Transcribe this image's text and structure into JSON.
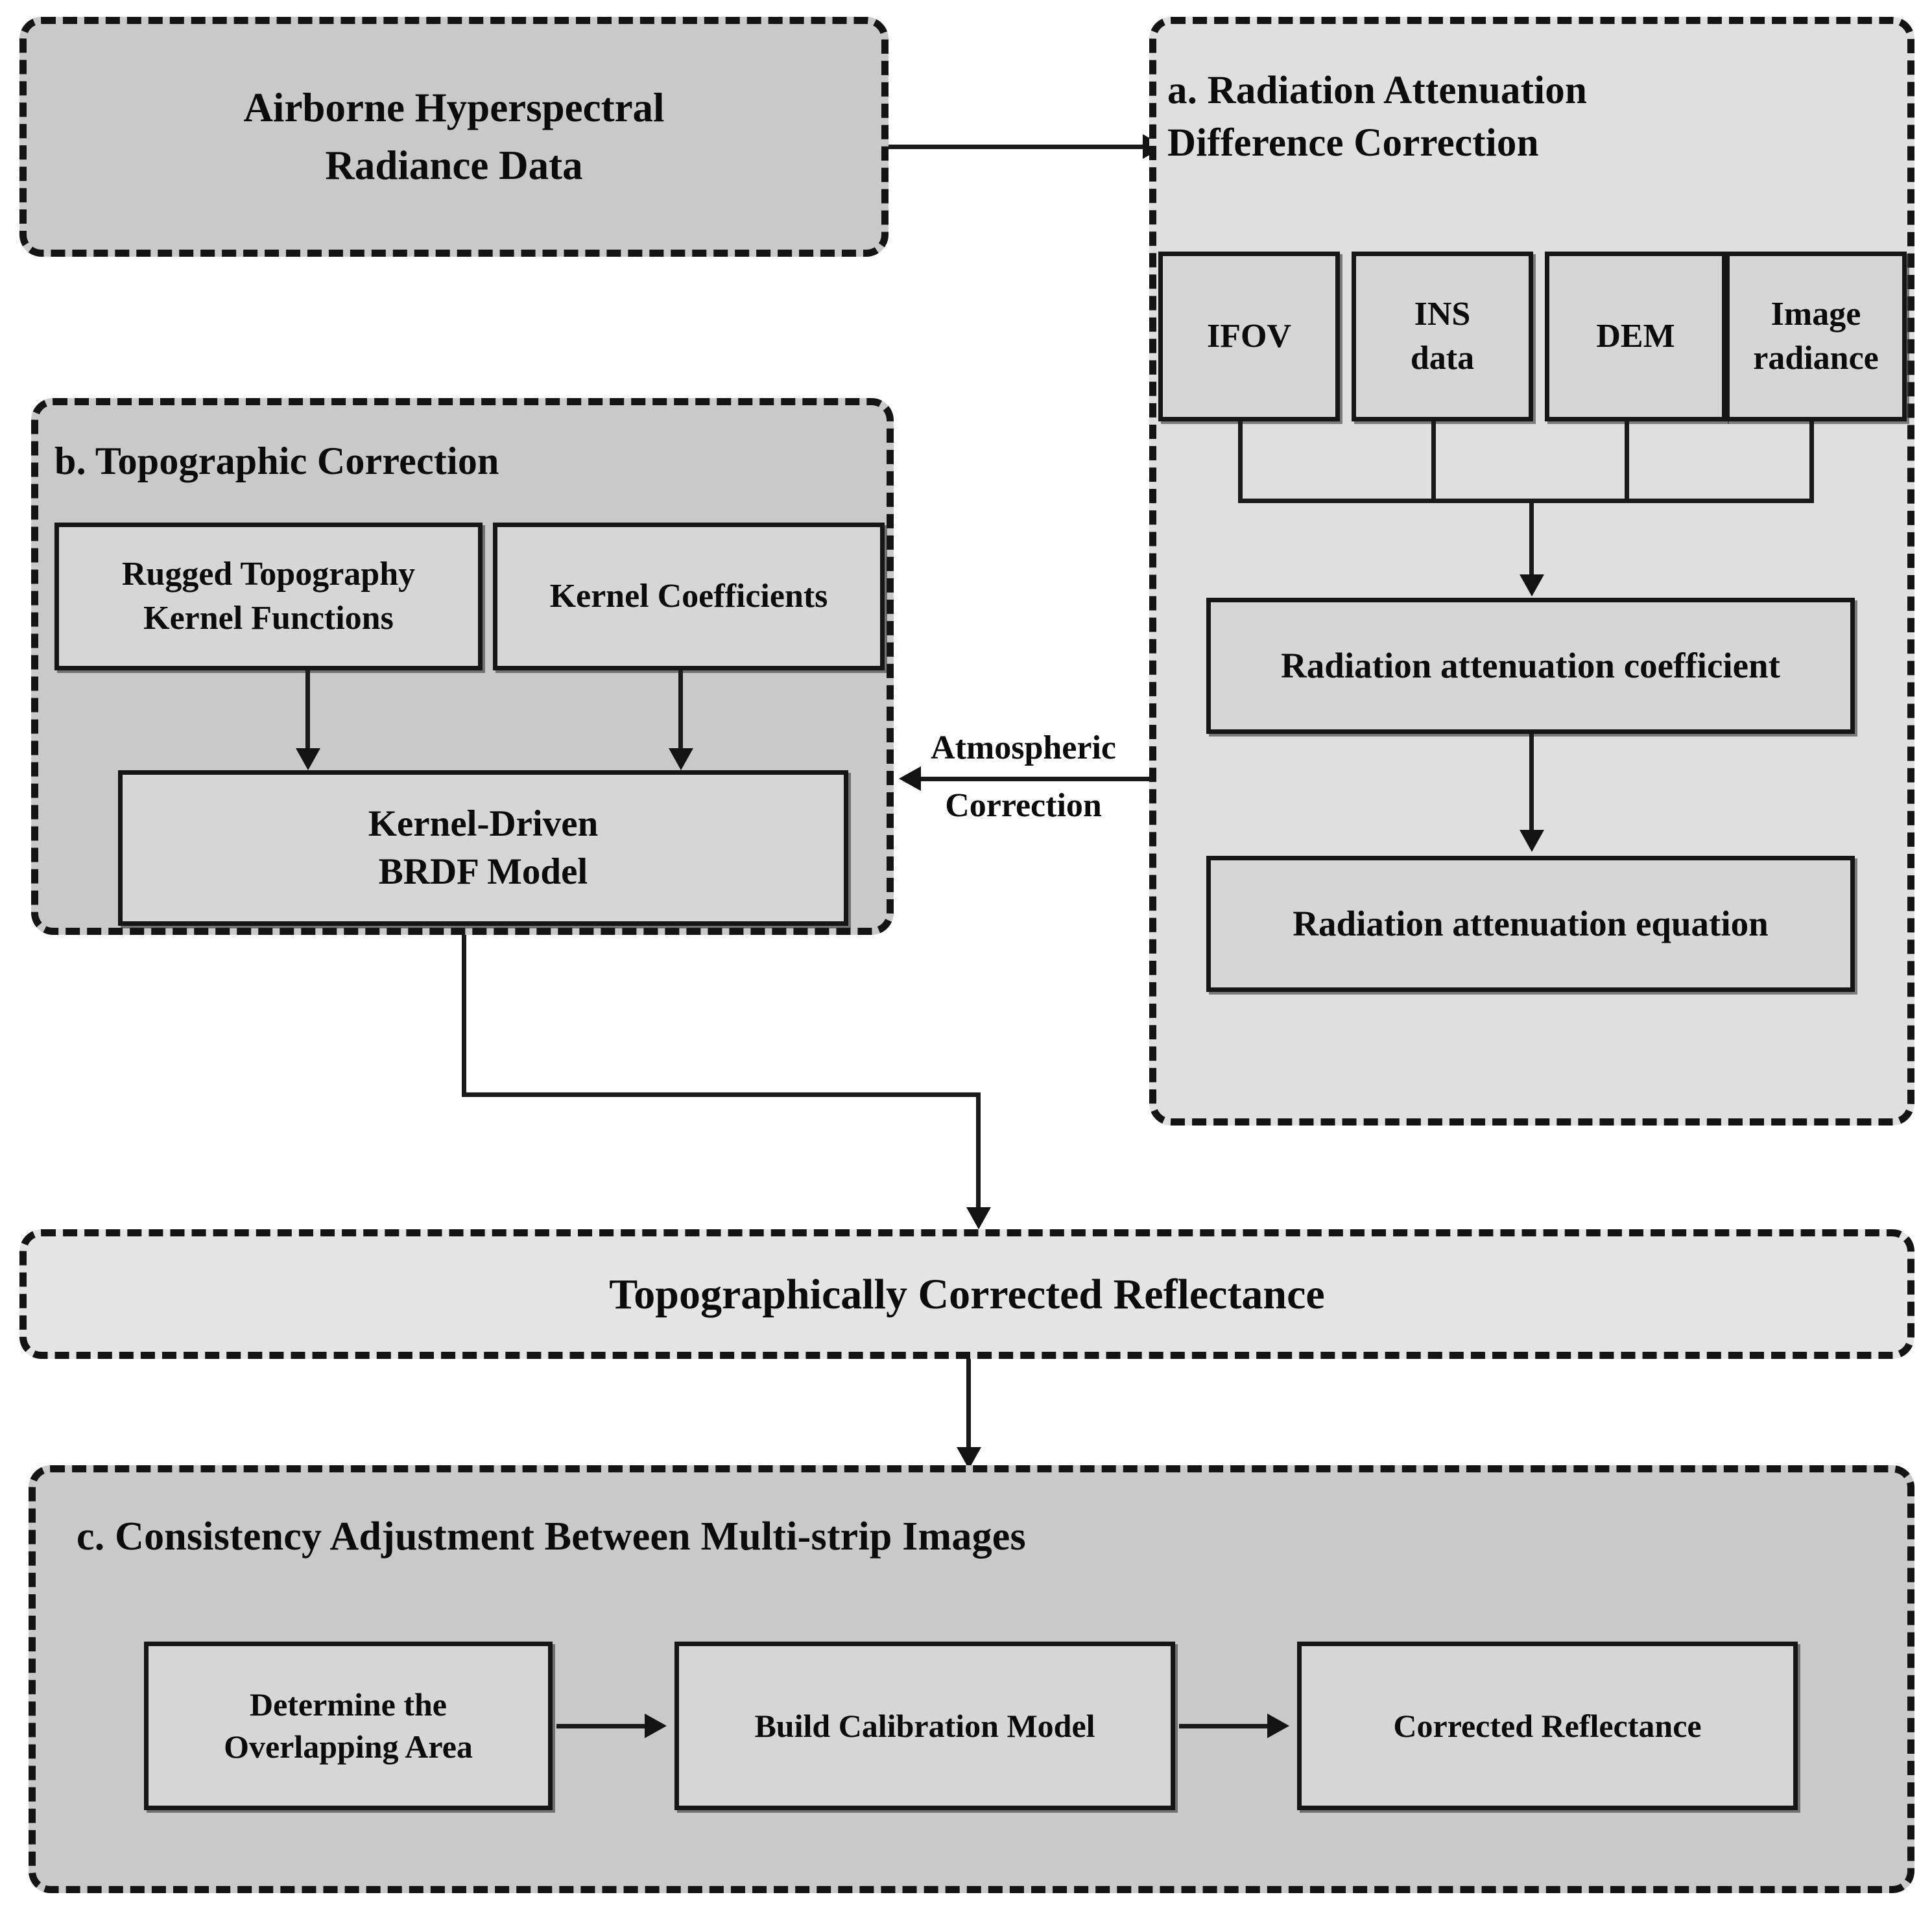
{
  "diagram": {
    "title_absent": true,
    "nodes": {
      "input": {
        "label": "Airborne Hyperspectral\nRadiance Data",
        "line1": "Airborne Hyperspectral",
        "line2": "Radiance Data"
      },
      "panel_a": {
        "title_line1": "a. Radiation Attenuation",
        "title_line2": "Difference Correction",
        "inputs": [
          {
            "id": "ifov",
            "label": "IFOV"
          },
          {
            "id": "ins-data",
            "line1": "INS",
            "line2": "data"
          },
          {
            "id": "dem",
            "label": "DEM"
          },
          {
            "id": "image-radiance",
            "line1": "Image",
            "line2": "radiance"
          }
        ],
        "steps": [
          {
            "id": "radiation-attenuation-coefficient",
            "label": "Radiation attenuation coefficient"
          },
          {
            "id": "radiation-attenuation-equation",
            "label": "Radiation attenuation equation"
          }
        ]
      },
      "panel_b": {
        "title": "b. Topographic Correction",
        "inputs": [
          {
            "id": "rugged-topography-kernel-functions",
            "line1": "Rugged Topography",
            "line2": "Kernel Functions"
          },
          {
            "id": "kernel-coefficients",
            "label": "Kernel Coefficients"
          }
        ],
        "model": {
          "id": "kernel-driven-brdf-model",
          "line1": "Kernel-Driven",
          "line2": "BRDF Model"
        }
      },
      "banner": {
        "label": "Topographically Corrected Reflectance"
      },
      "panel_c": {
        "title": "c. Consistency Adjustment Between Multi-strip Images",
        "steps": [
          {
            "id": "determine-the-overlapping-area",
            "line1": "Determine the",
            "line2": "Overlapping Area"
          },
          {
            "id": "build-calibration-model",
            "label": "Build Calibration Model"
          },
          {
            "id": "corrected-reflectance",
            "label": "Corrected Reflectance"
          }
        ]
      }
    },
    "edges": {
      "atmospheric_correction": {
        "line1": "Atmospheric",
        "line2": "Correction"
      }
    },
    "colors": {
      "panel_light": "#dfdfdf",
      "panel_mid": "#c9c9c9",
      "panel_pale": "#e4e4e4",
      "box_fill": "#d6d6d6",
      "stroke": "#141414",
      "page_background": "#ffffff"
    }
  }
}
